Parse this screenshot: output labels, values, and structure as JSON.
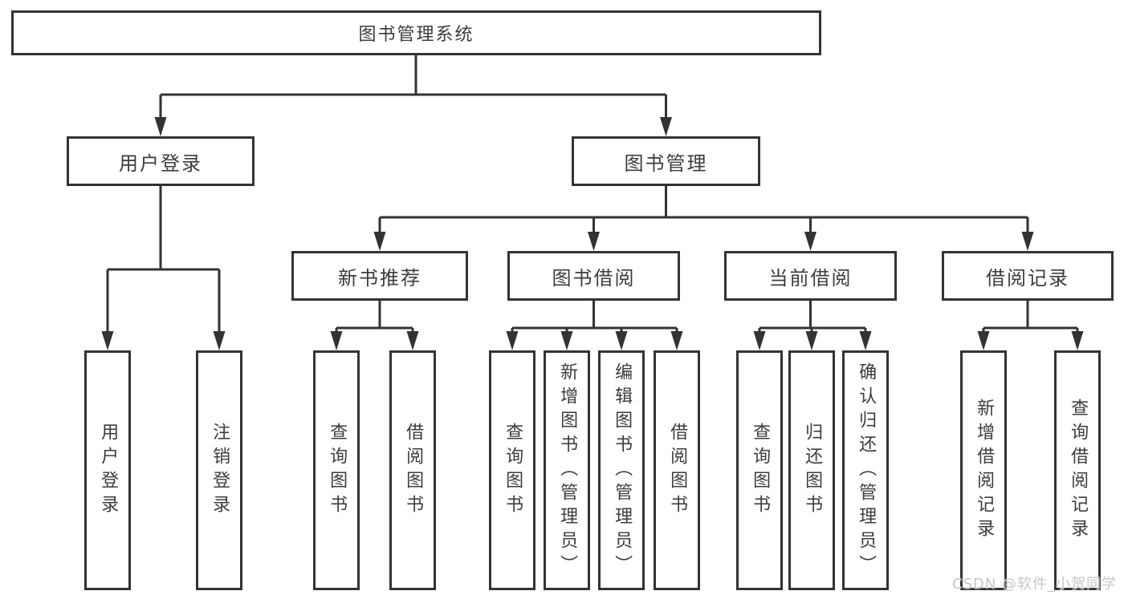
{
  "diagram_title": "图书管理系统",
  "tree": {
    "root": {
      "label": "图书管理系统",
      "children": [
        {
          "label": "用户登录",
          "children": [
            {
              "label": "用户登录"
            },
            {
              "label": "注销登录"
            }
          ]
        },
        {
          "label": "图书管理",
          "children": [
            {
              "label": "新书推荐",
              "children": [
                {
                  "label": "查询图书"
                },
                {
                  "label": "借阅图书"
                }
              ]
            },
            {
              "label": "图书借阅",
              "children": [
                {
                  "label": "查询图书"
                },
                {
                  "label": "新增图书（管理员）"
                },
                {
                  "label": "编辑图书（管理员）"
                },
                {
                  "label": "借阅图书"
                }
              ]
            },
            {
              "label": "当前借阅",
              "children": [
                {
                  "label": "查询图书"
                },
                {
                  "label": "归还图书"
                },
                {
                  "label": "确认归还（管理员）"
                }
              ]
            },
            {
              "label": "借阅记录",
              "children": [
                {
                  "label": "新增借阅记录"
                },
                {
                  "label": "查询借阅记录"
                }
              ]
            }
          ]
        }
      ]
    }
  },
  "watermark": {
    "text": "CSDN @软件_小贺同学"
  },
  "colors": {
    "background": "#ffffff",
    "line": "#333333",
    "box_border": "#333333",
    "text": "#3c3c3c",
    "watermark": "#c6c6c6"
  }
}
